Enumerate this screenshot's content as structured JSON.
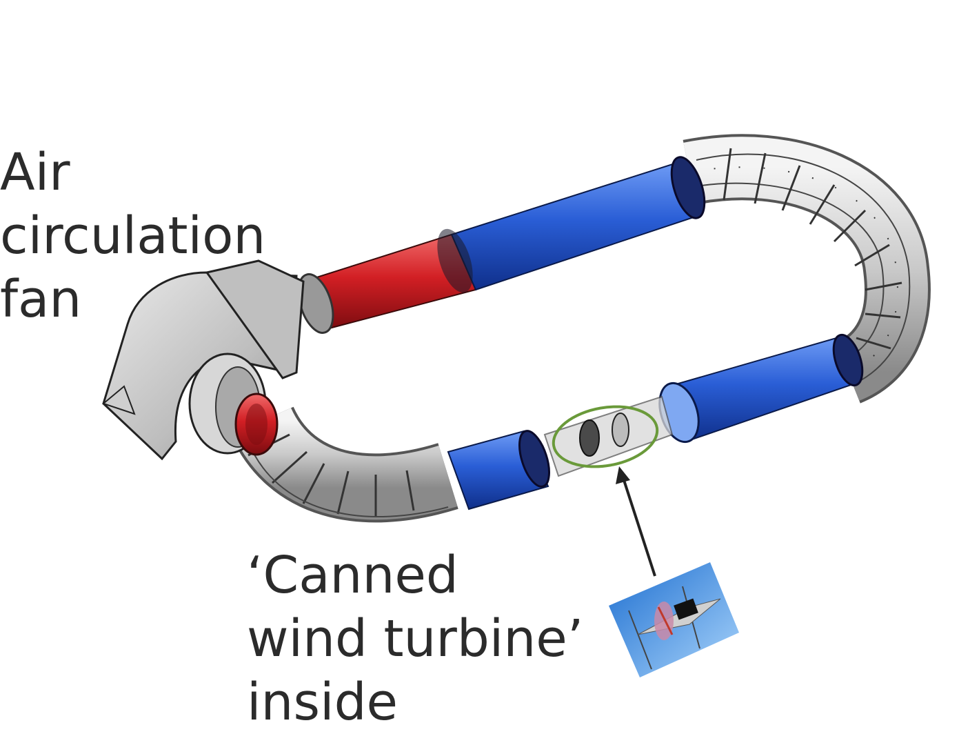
{
  "labels": {
    "fan": [
      "Air",
      "circulation",
      "fan"
    ],
    "turbine": [
      "‘Canned",
      "wind turbine’",
      "inside"
    ]
  },
  "colors": {
    "red_duct": "#d21f24",
    "blue_duct": "#1f4fc8",
    "grey_duct": "#c8c8c8",
    "highlight_ellipse": "#6a9a3a",
    "inset_bg": "#3d8fe0",
    "text": "#2b2b2b"
  },
  "icons": {
    "fan_housing": "fan-housing-icon",
    "turbine_inset": "wind-turbine-icon"
  }
}
